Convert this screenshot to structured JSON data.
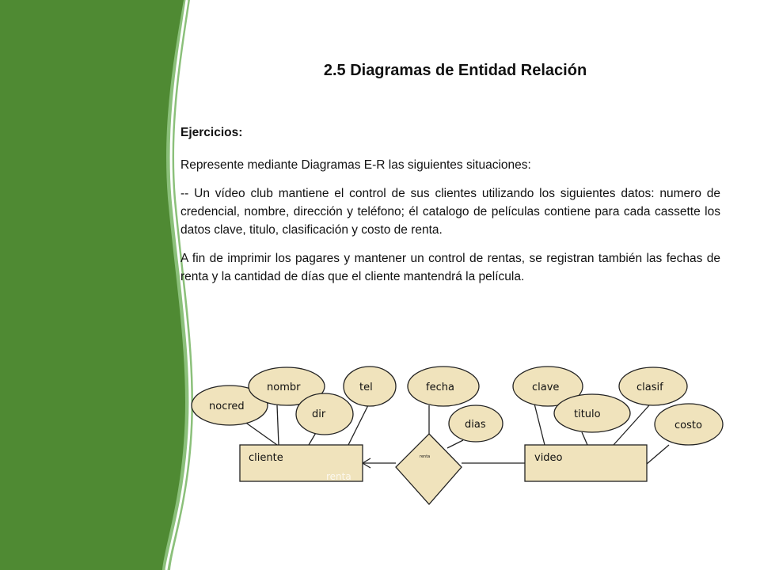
{
  "slide": {
    "title": "2.5  Diagramas de Entidad Relación",
    "heading": "Ejercicios:",
    "intro": "Represente mediante Diagramas E-R las siguientes situaciones:",
    "paragraph1": "-- Un vídeo club mantiene el control de sus clientes utilizando los siguientes datos: numero de credencial, nombre, dirección y teléfono; él catalogo de películas contiene para cada cassette los datos clave, titulo, clasificación y costo de renta.",
    "paragraph2": "A fin de imprimir los pagares y mantener un control de rentas, se registran también las fechas de renta y la cantidad de días que el cliente mantendrá la película."
  },
  "diagram": {
    "entities": {
      "cliente": "cliente",
      "video": "video"
    },
    "relationship": {
      "label": "renta",
      "overlay": "renta"
    },
    "attributes": {
      "nocred": "nocred",
      "nombr": "nombr",
      "dir": "dir",
      "tel": "tel",
      "fecha": "fecha",
      "dias": "dias",
      "clave": "clave",
      "titulo": "titulo",
      "clasif": "clasif",
      "costo": "costo"
    }
  },
  "colors": {
    "green": "#4f8a33",
    "green_light": "#8bc07a",
    "attribute_fill": "#f0e3bc",
    "box_fill": "#f0e3bc",
    "border": "#222222"
  }
}
